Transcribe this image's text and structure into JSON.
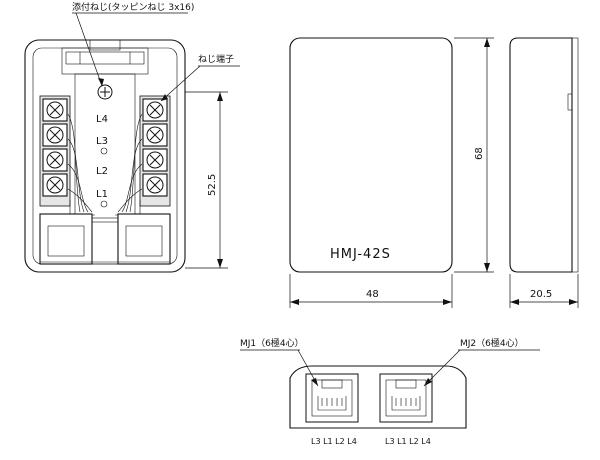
{
  "front_view": {
    "screw_callout": "添付ねじ(タッピンねじ 3x16)",
    "terminal_callout": "ねじ端子",
    "line_labels": {
      "l4": "L4",
      "l3": "L3",
      "l2": "L2",
      "l1": "L1"
    },
    "dim_height": "52.5"
  },
  "cover_view": {
    "model": "HMJ-42S",
    "dim_width": "48",
    "dim_height": "68"
  },
  "side_view": {
    "dim_depth": "20.5"
  },
  "bottom_view": {
    "jack1_label": "MJ1（6極4心）",
    "jack2_label": "MJ2（6極4心）",
    "jack1_pins": "L3 L1 L2 L4",
    "jack2_pins": "L3 L1 L2 L4"
  }
}
